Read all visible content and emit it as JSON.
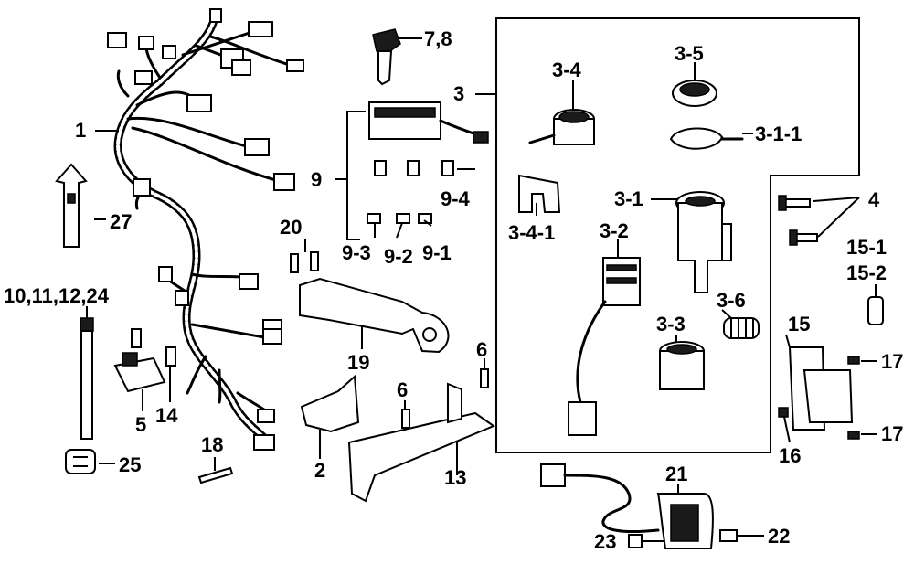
{
  "labels": {
    "p1": "1",
    "p2": "2",
    "p3": "3",
    "p3_1": "3-1",
    "p3_1_1": "3-1-1",
    "p3_2": "3-2",
    "p3_3": "3-3",
    "p3_4": "3-4",
    "p3_4_1": "3-4-1",
    "p3_5": "3-5",
    "p3_6": "3-6",
    "p4": "4",
    "p5": "5",
    "p6a": "6",
    "p6b": "6",
    "p7_8": "7,8",
    "p9": "9",
    "p9_1": "9-1",
    "p9_2": "9-2",
    "p9_3": "9-3",
    "p9_4": "9-4",
    "p10_24": "10,11,12,24",
    "p13": "13",
    "p14": "14",
    "p15": "15",
    "p15_1": "15-1",
    "p15_2": "15-2",
    "p16": "16",
    "p17a": "17",
    "p17b": "17",
    "p18": "18",
    "p19": "19",
    "p20": "20",
    "p21": "21",
    "p22": "22",
    "p23": "23",
    "p25": "25",
    "p27": "27"
  }
}
